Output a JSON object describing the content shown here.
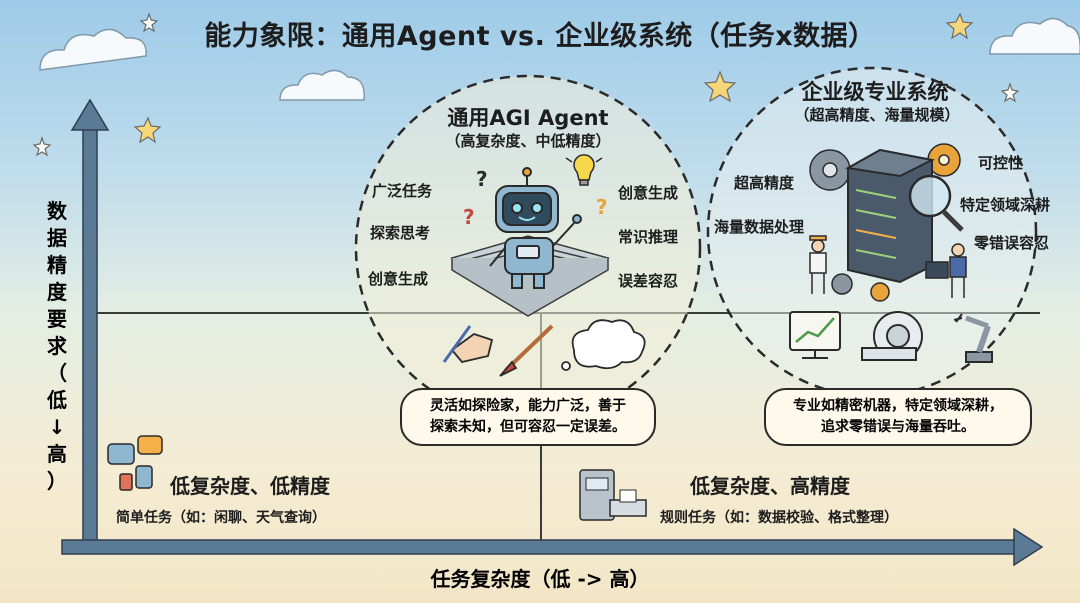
{
  "title": "能力象限：通用Agent vs. 企业级系统（任务x数据）",
  "y_axis": {
    "label_chars": [
      "数",
      "据",
      "精",
      "度",
      "要",
      "求",
      "（",
      "低",
      "↓",
      "高",
      "）"
    ]
  },
  "x_axis": {
    "label": "任务复杂度（低 -> 高）"
  },
  "agi_circle": {
    "title": "通用AGI Agent",
    "subtitle": "（高复杂度、中低精度）",
    "left_labels": [
      "广泛任务",
      "探索思考",
      "创意生成"
    ],
    "right_labels": [
      "创意生成",
      "常识推理",
      "误差容忍"
    ],
    "bubble_lines": [
      "灵活如探险家，能力广泛，善于",
      "探索未知，但可容忍一定误差。"
    ]
  },
  "enterprise_circle": {
    "title": "企业级专业系统",
    "subtitle": "（超高精度、海量规模）",
    "left_labels": [
      "超高精度",
      "海量数据处理"
    ],
    "right_labels": [
      "可控性",
      "特定领域深耕",
      "零错误容忍"
    ],
    "bubble_lines": [
      "专业如精密机器，特定领域深耕，",
      "追求零错误与海量吞吐。"
    ]
  },
  "quadrant_low_low": {
    "title": "低复杂度、低精度",
    "subtitle": "简单任务（如：闲聊、天气查询）"
  },
  "quadrant_low_high": {
    "title": "低复杂度、高精度",
    "subtitle": "规则任务（如：数据校验、格式整理）"
  },
  "colors": {
    "axis": "#5b7a95",
    "outline": "#2a2a2a",
    "circle_fill": "#f3efd9",
    "bubble_fill": "#fff9ec",
    "robot": "#8fb7cf",
    "server": "#4a5a6a",
    "gear_orange": "#e8a33a",
    "sky": "#9ecbe8",
    "sand": "#f3e6c7"
  },
  "icons": [
    "robot-icon",
    "maze-icon",
    "question-mark-icon",
    "lightbulb-icon",
    "pen-hand-icon",
    "paintbrush-icon",
    "thought-cloud-icon",
    "server-icon",
    "gear-icon",
    "magnifier-icon",
    "worker-icon",
    "chart-monitor-icon",
    "ct-scanner-icon",
    "robot-arm-icon",
    "chat-bubbles-icon",
    "document-machine-icon",
    "star-icon",
    "cloud-icon"
  ]
}
